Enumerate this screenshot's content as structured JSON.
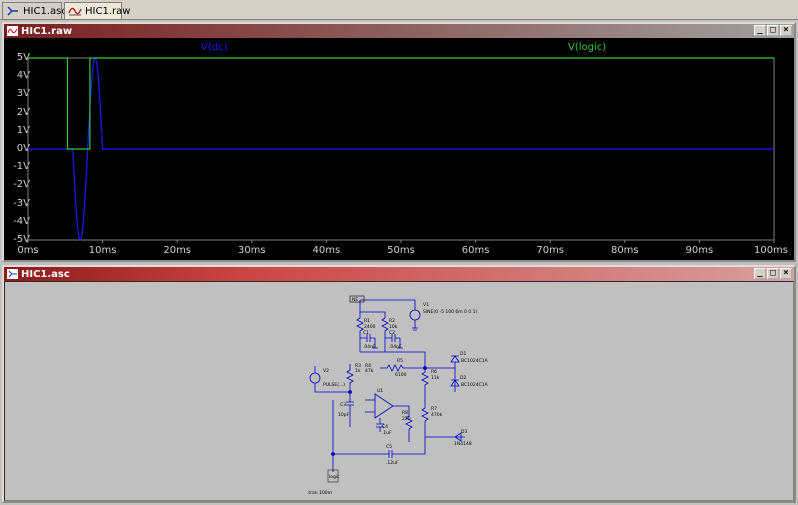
{
  "tabs": [
    {
      "label": "HIC1.asc",
      "icon": "schematic-icon"
    },
    {
      "label": "HIC1.raw",
      "icon": "waveform-icon"
    }
  ],
  "plot_window": {
    "title": "HIC1.raw",
    "buttons": [
      "_",
      "□",
      "×"
    ],
    "traces": [
      {
        "label": "V(dc)",
        "color": "#1a1aff"
      },
      {
        "label": "V(logic)",
        "color": "#33cc33"
      }
    ]
  },
  "schematic_window": {
    "title": "HIC1.asc",
    "buttons": [
      "_",
      "□",
      "×"
    ],
    "labels": {
      "v1_name": "V1",
      "v1_value": "SINE(0 -5 100 6m 0 0 1)",
      "v2_name": "V2",
      "v2_value": "PULSE(...)",
      "r1_name": "R1",
      "r1_val": "2400",
      "r2_name": "R2",
      "r2_val": "10k",
      "c1_name": "C1",
      "c1_val": ".04nF",
      "c2_name": "C2",
      "c2_val": ".04nF",
      "r3_name": "R3",
      "r3_val": "1k",
      "r4_name": "R4",
      "r4_val": "47k",
      "r5_name": "R5",
      "r5_val": "6100",
      "r6_name": "R6",
      "r6_val": "11k",
      "r7_name": "R7",
      "r7_val": "470k",
      "r8_name": "R8",
      "r8_val": "220",
      "c3_name": "C3",
      "c3_val": "10pF",
      "c4_name": "C4",
      "c4_val": ".1uF",
      "c5_name": "C5",
      "c5_val": ".12uF",
      "u1_name": "U1",
      "d1_name": "D1",
      "d1_val": "BC1024C1A",
      "d2_name": "D2",
      "d2_val": "BC1024C1A",
      "d3_name": "D3",
      "d3_val": "1N4148",
      "net_top": "NE",
      "net_logic": "logic",
      "tran": ".tran 100m"
    }
  },
  "chart_data": {
    "type": "line",
    "xlabel": "",
    "ylabel": "",
    "x_ticks": [
      "0ms",
      "10ms",
      "20ms",
      "30ms",
      "40ms",
      "50ms",
      "60ms",
      "70ms",
      "80ms",
      "90ms",
      "100ms"
    ],
    "y_ticks": [
      "5V",
      "4V",
      "3V",
      "2V",
      "1V",
      "0V",
      "-1V",
      "-2V",
      "-3V",
      "-4V",
      "-5V"
    ],
    "xlim": [
      0,
      100
    ],
    "ylim": [
      -5,
      5
    ],
    "series": [
      {
        "name": "V(dc)",
        "color": "#1a1aff",
        "x": [
          0,
          6,
          6.5,
          7.0,
          7.5,
          8.0,
          8.5,
          9.0,
          9.5,
          10.0,
          10.5,
          11.0,
          11.5,
          100
        ],
        "y": [
          0,
          0,
          -3.5,
          -5.0,
          -3.5,
          0,
          3.5,
          5.0,
          3.5,
          0,
          0,
          0,
          0,
          0
        ]
      },
      {
        "name": "V(logic)",
        "color": "#33cc33",
        "x": [
          0,
          5.3,
          5.3,
          8.3,
          8.3,
          100
        ],
        "y": [
          5,
          5,
          0,
          0,
          5,
          5
        ]
      }
    ]
  }
}
